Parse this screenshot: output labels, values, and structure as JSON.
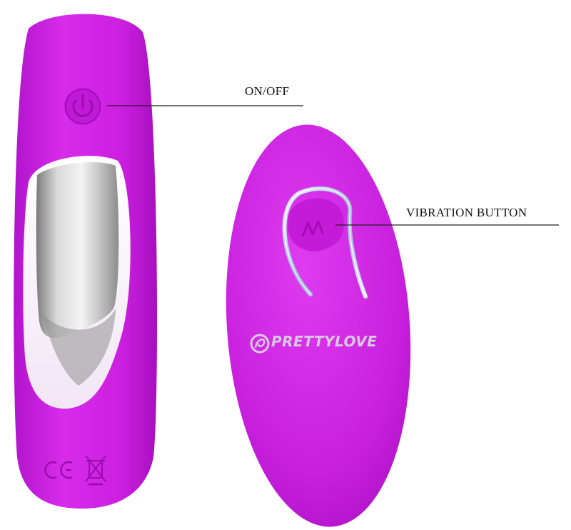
{
  "labels": {
    "on_off": "ON/OFF",
    "vibration_button": "VIBRATION BUTTON"
  },
  "brand": {
    "name": "PRETTYLOVE"
  },
  "colors": {
    "body": "#cc1fe0",
    "body_shadow": "#a70fc0",
    "metal": "#c8c8c8",
    "leader_line": "#222222",
    "brand_text": "#d9c8e3"
  },
  "icons": [
    "power-icon",
    "vibration-wave-icon",
    "ce-mark-icon",
    "weee-bin-icon",
    "brand-logo-icon"
  ]
}
